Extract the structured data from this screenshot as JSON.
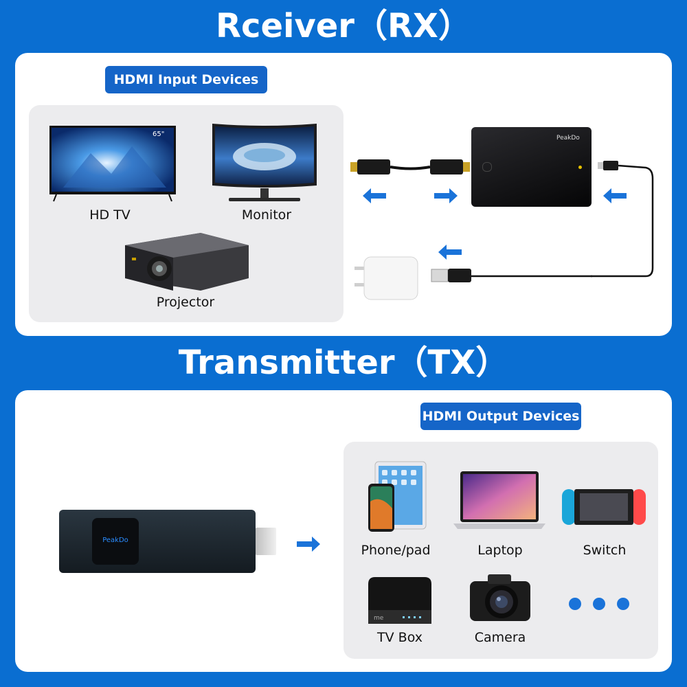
{
  "receiver": {
    "title": "Rceiver（RX）",
    "input_badge": "HDMI Input Devices",
    "devices": [
      "HD TV",
      "Monitor",
      "Projector"
    ],
    "tv_size_label": "65\"",
    "brand": "PeakDo"
  },
  "transmitter": {
    "title": "Transmitter（TX）",
    "output_badge": "HDMI Output Devices",
    "devices": [
      "Phone/pad",
      "Laptop",
      "Switch",
      "TV Box",
      "Camera"
    ],
    "brand": "PeakDo"
  },
  "colors": {
    "background": "#0a6ed1",
    "badge": "#1565c8",
    "arrow": "#1a73d9",
    "panel": "#ffffff",
    "subpanel": "#ececee"
  }
}
